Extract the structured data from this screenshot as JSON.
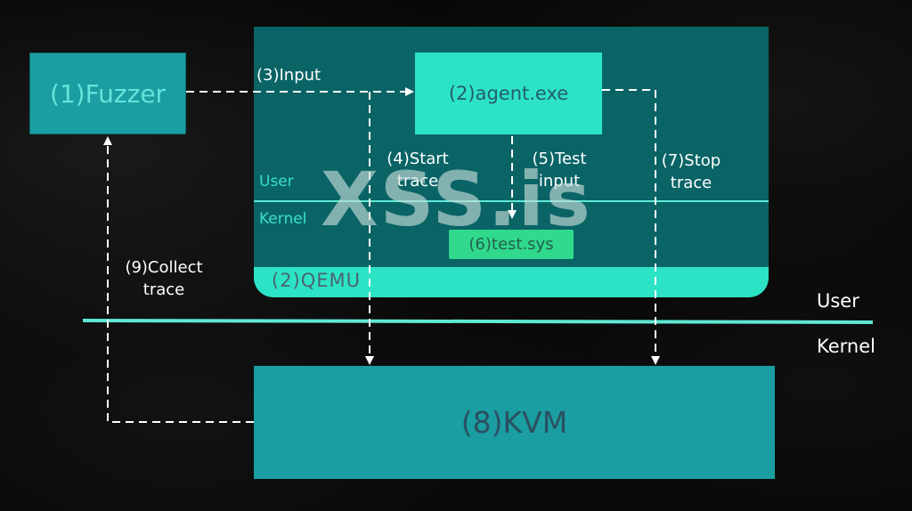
{
  "nodes": {
    "fuzzer": "(1)Fuzzer",
    "agent": "(2)agent.exe",
    "qemu": "(2)QEMU",
    "testsys": "(6)test.sys",
    "kvm": "(8)KVM"
  },
  "inner_layers": {
    "user": "User",
    "kernel": "Kernel"
  },
  "outer_layers": {
    "user": "User",
    "kernel": "Kernel"
  },
  "edges": {
    "input": "(3)Input",
    "start_trace": [
      "(4)Start",
      "trace"
    ],
    "test_input": [
      "(5)Test",
      "input"
    ],
    "stop_trace": [
      "(7)Stop",
      "trace"
    ],
    "collect_trace": [
      "(9)Collect",
      "trace"
    ]
  },
  "watermark": "XSS.is",
  "colors": {
    "background": "#070707",
    "teal_dark": "#0a6466",
    "teal_mid": "#1a9ea1",
    "teal_light": "#2ce3c6",
    "green": "#30d98c",
    "boundary_line": "#5fe8d6",
    "arrow": "#ffffff"
  }
}
